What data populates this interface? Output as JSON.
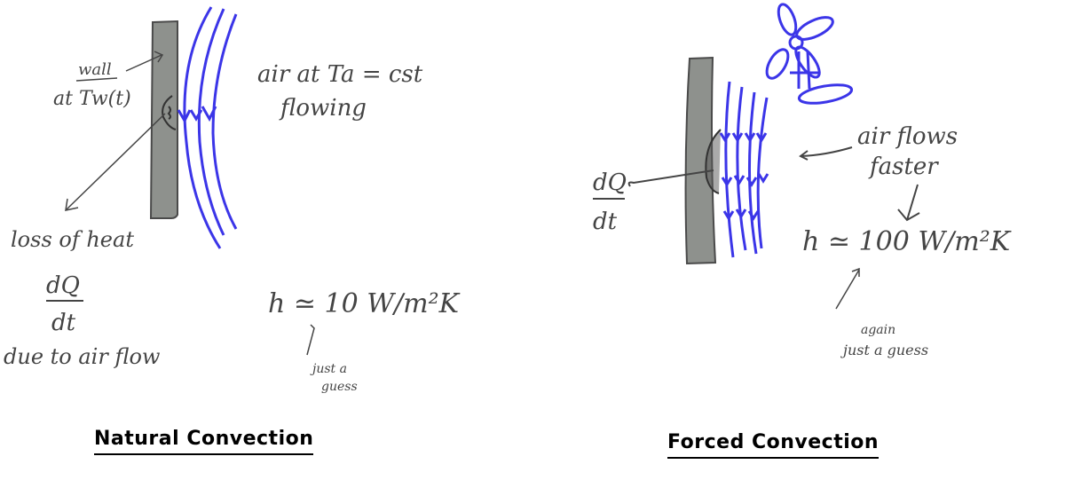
{
  "colors": {
    "wall_fill": "#8e918d",
    "wall_stroke": "#4a4a4a",
    "air_lines": "#3b35e8",
    "ink": "#444444",
    "background": "#ffffff"
  },
  "natural": {
    "title": "Natural Convection",
    "wall_label_top": "wall",
    "wall_label": "at Tw(t)",
    "air_label_line1": "air at Ta = cst",
    "air_label_line2": "flowing",
    "loss_label": "loss of heat",
    "dq": "dQ",
    "dt": "dt",
    "due_label": "due to air flow",
    "h_value": "h ≃ 10 W/m²K",
    "guess_line1": "just a",
    "guess_line2": "guess"
  },
  "forced": {
    "title": "Forced Convection",
    "dq": "dQ",
    "dt": "dt",
    "air_label_line1": "air flows",
    "air_label_line2": "faster",
    "h_value": "h ≃ 100 W/m²K",
    "guess_line1": "again",
    "guess_line2": "just a guess",
    "fan_icon": "fan-icon"
  }
}
